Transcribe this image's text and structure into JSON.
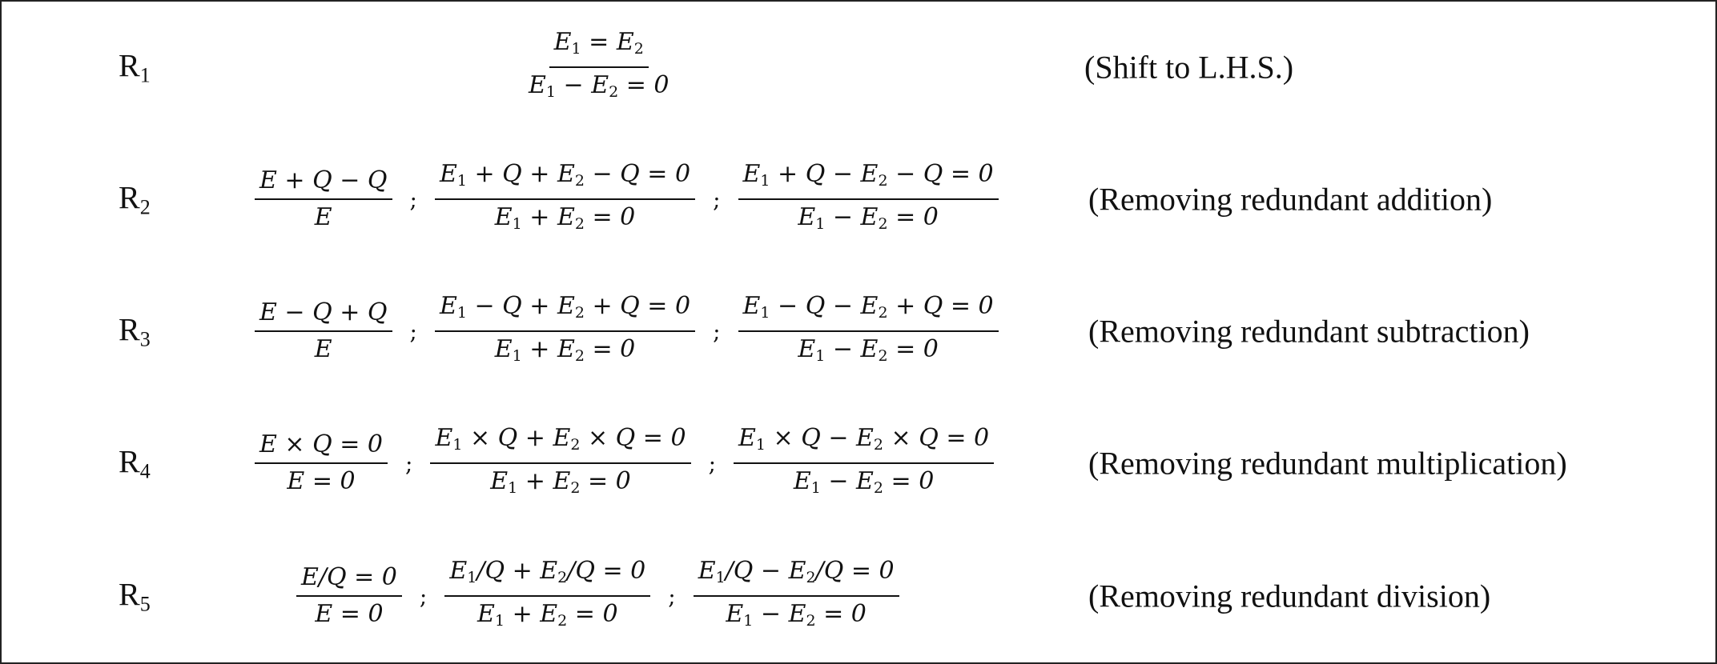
{
  "rules": [
    {
      "label": "R",
      "index": "1",
      "formulas": [
        {
          "num": "E<sub>1</sub> = E<sub>2</sub>",
          "den": "E<sub>1</sub> − E<sub>2</sub> = 0"
        }
      ],
      "description": "(Shift to L.H.S.)"
    },
    {
      "label": "R",
      "index": "2",
      "formulas": [
        {
          "num": "E + Q − Q",
          "den": "E"
        },
        {
          "num": "E<sub>1</sub> + Q + E<sub>2</sub> − Q = 0",
          "den": "E<sub>1</sub> + E<sub>2</sub> = 0"
        },
        {
          "num": "E<sub>1</sub> + Q − E<sub>2</sub> − Q = 0",
          "den": "E<sub>1</sub> − E<sub>2</sub> = 0"
        }
      ],
      "description": "(Removing redundant addition)"
    },
    {
      "label": "R",
      "index": "3",
      "formulas": [
        {
          "num": "E − Q + Q",
          "den": "E"
        },
        {
          "num": "E<sub>1</sub> − Q + E<sub>2</sub> + Q = 0",
          "den": "E<sub>1</sub> + E<sub>2</sub> = 0"
        },
        {
          "num": "E<sub>1</sub> − Q − E<sub>2</sub> + Q = 0",
          "den": "E<sub>1</sub> − E<sub>2</sub> = 0"
        }
      ],
      "description": "(Removing redundant subtraction)"
    },
    {
      "label": "R",
      "index": "4",
      "formulas": [
        {
          "num": "E × Q = 0",
          "den": "E = 0"
        },
        {
          "num": "E<sub>1</sub> × Q + E<sub>2</sub> × Q = 0",
          "den": "E<sub>1</sub> + E<sub>2</sub> = 0"
        },
        {
          "num": "E<sub>1</sub> × Q − E<sub>2</sub> × Q = 0",
          "den": "E<sub>1</sub> − E<sub>2</sub> = 0"
        }
      ],
      "description": "(Removing redundant multiplication)"
    },
    {
      "label": "R",
      "index": "5",
      "formulas": [
        {
          "num": "E/Q = 0",
          "den": "E = 0"
        },
        {
          "num": "E<sub>1</sub>/Q + E<sub>2</sub>/Q = 0",
          "den": "E<sub>1</sub> + E<sub>2</sub> = 0"
        },
        {
          "num": "E<sub>1</sub>/Q − E<sub>2</sub>/Q = 0",
          "den": "E<sub>1</sub> − E<sub>2</sub> = 0"
        }
      ],
      "description": "(Removing redundant division)"
    }
  ],
  "separator": ";"
}
